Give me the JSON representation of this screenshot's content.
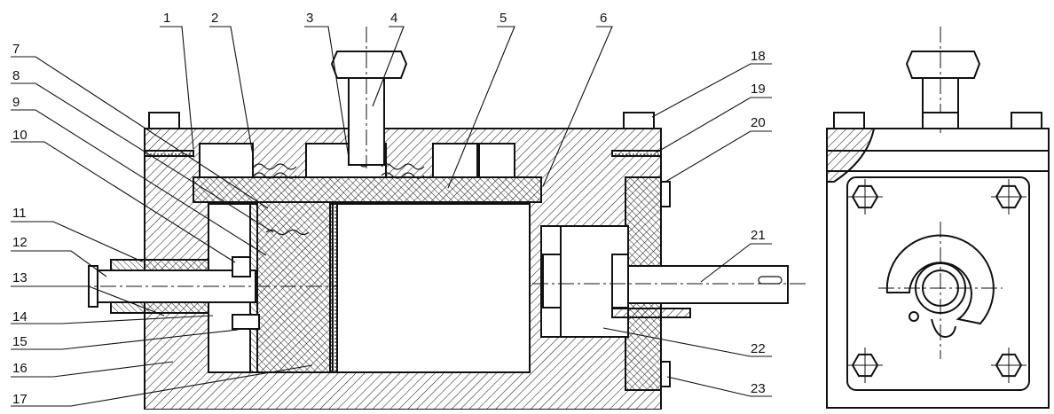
{
  "part_numbers": [
    "1",
    "2",
    "3",
    "4",
    "5",
    "6",
    "7",
    "8",
    "9",
    "10",
    "11",
    "12",
    "13",
    "14",
    "15",
    "16",
    "17",
    "18",
    "19",
    "20",
    "21",
    "22",
    "23"
  ]
}
